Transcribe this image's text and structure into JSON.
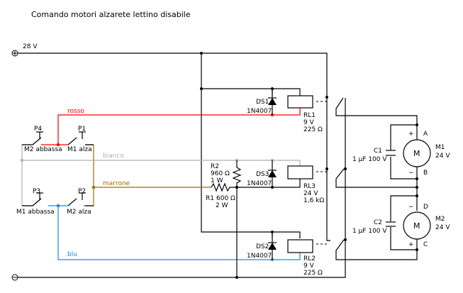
{
  "title": "Comando motori alzarete lettino disabile",
  "supply": {
    "positive_label": "28 V",
    "positive_icon": "plus-terminal-icon",
    "negative_icon": "minus-terminal-icon"
  },
  "wires": {
    "red": {
      "label": "rosso",
      "color": "#ff0000"
    },
    "gray": {
      "label": "bianco",
      "color": "#b0b0b0"
    },
    "brown": {
      "label": "marrone",
      "color": "#a06a00"
    },
    "blue": {
      "label": "blu",
      "color": "#1a86f0"
    }
  },
  "switches": [
    {
      "ref": "P4",
      "desc": "M2 abbassa"
    },
    {
      "ref": "P1",
      "desc": "M1 alza"
    },
    {
      "ref": "P3",
      "desc": "M1 abbassa"
    },
    {
      "ref": "P2",
      "desc": "M2 alza"
    }
  ],
  "diodes": [
    {
      "ref": "DS1",
      "part": "1N4007"
    },
    {
      "ref": "DS3",
      "part": "1N4007"
    },
    {
      "ref": "DS2",
      "part": "1N4007"
    }
  ],
  "relays": [
    {
      "ref": "RL1",
      "voltage": "9 V",
      "resistance": "225 Ω"
    },
    {
      "ref": "RL3",
      "voltage": "24 V",
      "resistance": "1,6 kΩ"
    },
    {
      "ref": "RL2",
      "voltage": "9 V",
      "resistance": "225 Ω"
    }
  ],
  "resistors": [
    {
      "ref": "R2",
      "value": "960 Ω",
      "power": "1 W"
    },
    {
      "ref": "R1",
      "value": "600 Ω",
      "power": "2 W"
    }
  ],
  "capacitors": [
    {
      "ref": "C1",
      "value": "1 µF 100 V"
    },
    {
      "ref": "C2",
      "value": "1 µF 100 V"
    }
  ],
  "motors": [
    {
      "ref": "M1",
      "voltage": "24 V",
      "symbol": "M",
      "plus_pin": "A",
      "minus_pin": "B",
      "plus": "+",
      "minus": "−"
    },
    {
      "ref": "M2",
      "voltage": "24 V",
      "symbol": "M",
      "plus_pin": "C",
      "minus_pin": "D",
      "plus": "+",
      "minus": "−"
    }
  ]
}
